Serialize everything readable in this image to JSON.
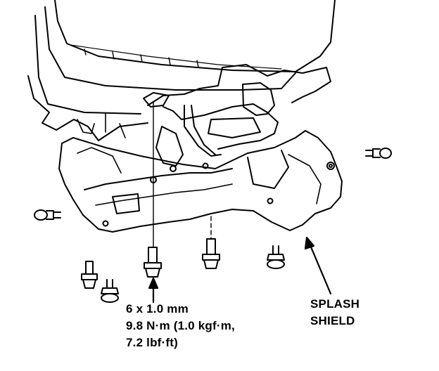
{
  "callouts": {
    "bolt_spec": {
      "size": "6 x 1.0 mm",
      "torque_line1": "9.8 N·m (1.0 kgf·m,",
      "torque_line2": "7.2 lbf·ft)"
    },
    "splash_shield": {
      "line1": "SPLASH",
      "line2": "SHIELD"
    }
  },
  "colors": {
    "ink": "#000000",
    "paper": "#ffffff"
  },
  "parts": {
    "bumper": "front-bumper",
    "shield": "splash-shield",
    "fasteners": [
      "flange-bolt",
      "push-clip",
      "flange-bolt",
      "push-clip",
      "flange-bolt",
      "push-clip",
      "push-clip"
    ]
  }
}
